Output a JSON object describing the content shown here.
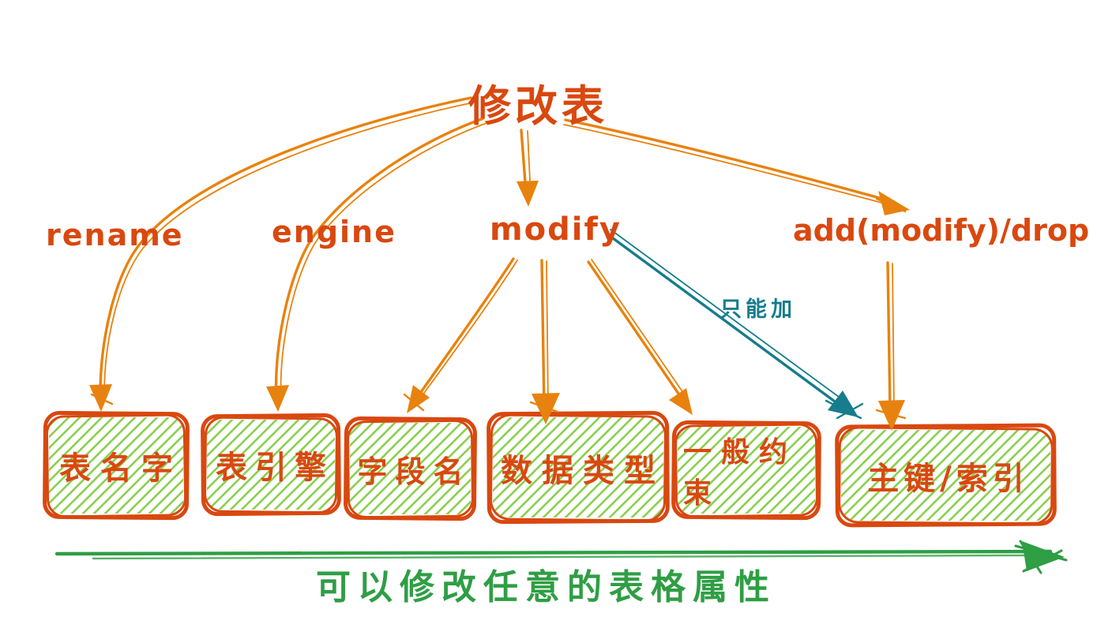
{
  "diagram": {
    "root_label": "修改表",
    "branch_labels": {
      "rename": "rename",
      "engine": "engine",
      "modify": "modify",
      "add": "add(modify)/drop"
    },
    "teal_note": "只能加",
    "boxes": [
      "表名字",
      "表引擎",
      "字段名",
      "数据类型",
      "一般约束",
      "主键/索引"
    ],
    "footer": "可以修改任意的表格属性",
    "colors": {
      "orange_arrow": "#e8820e",
      "red_orange": "#d9480f",
      "teal": "#157d8c",
      "green": "#2f9e44",
      "hatch_green": "#8bd04f"
    }
  }
}
